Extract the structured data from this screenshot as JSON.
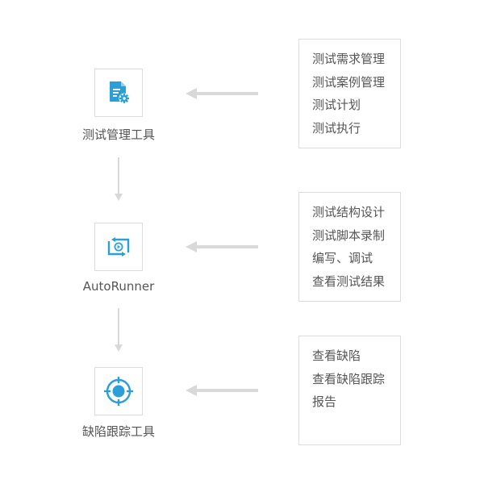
{
  "tools": [
    {
      "label": "测试管理工具",
      "icon": "document-gear-icon"
    },
    {
      "label": "AutoRunner",
      "icon": "play-loop-icon"
    },
    {
      "label": "缺陷跟踪工具",
      "icon": "target-icon"
    }
  ],
  "features": [
    {
      "items": [
        "测试需求管理",
        "测试案例管理",
        "测试计划",
        "测试执行"
      ]
    },
    {
      "items": [
        "测试结构设计",
        "测试脚本录制",
        "编写、调试",
        "查看测试结果"
      ]
    },
    {
      "items": [
        "查看缺陷",
        "查看缺陷跟踪",
        "报告"
      ]
    }
  ],
  "colors": {
    "icon_accent": "#2a9fd8",
    "arrow": "#d9d9d9",
    "border": "#dcdcdc",
    "text": "#555555"
  }
}
